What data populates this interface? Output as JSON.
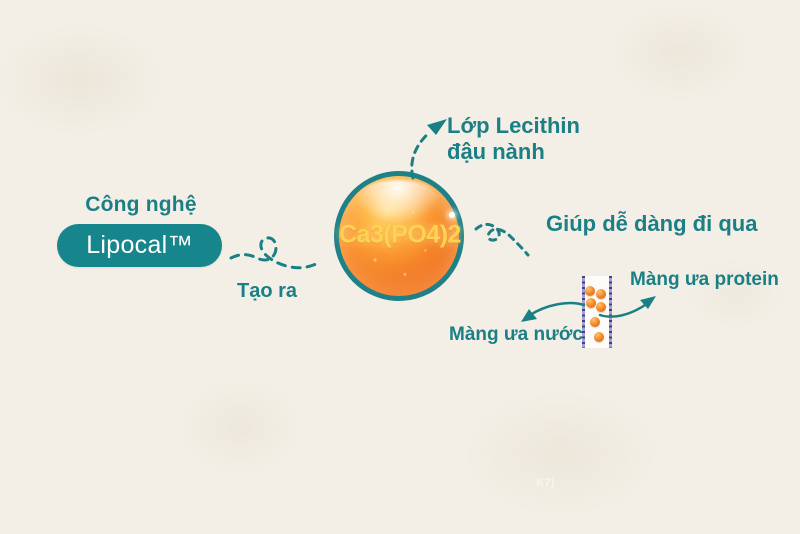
{
  "colors": {
    "background": "#f3efe6",
    "teal": "#1b7f86",
    "pill_bg": "#16858c",
    "pill_text": "#ffffff",
    "sphere_ring": "#1e8187",
    "sphere_label": "#ffd24f",
    "membrane_edge": "#a79ed6",
    "membrane_tick": "#39467f",
    "particle": "#f08224"
  },
  "left_group": {
    "heading": "Công nghệ",
    "pill_label": "Lipocal™",
    "connector_label": "Tạo ra"
  },
  "sphere": {
    "label": "Ca3(PO4)2"
  },
  "labels": {
    "lecithin_line1": "Lớp Lecithin",
    "lecithin_line2": "đậu nành",
    "pass_through": "Giúp dễ dàng đi qua",
    "membrane_protein": "Màng ưa protein",
    "membrane_water": "Màng ưa nước"
  },
  "watermark": "K7)"
}
